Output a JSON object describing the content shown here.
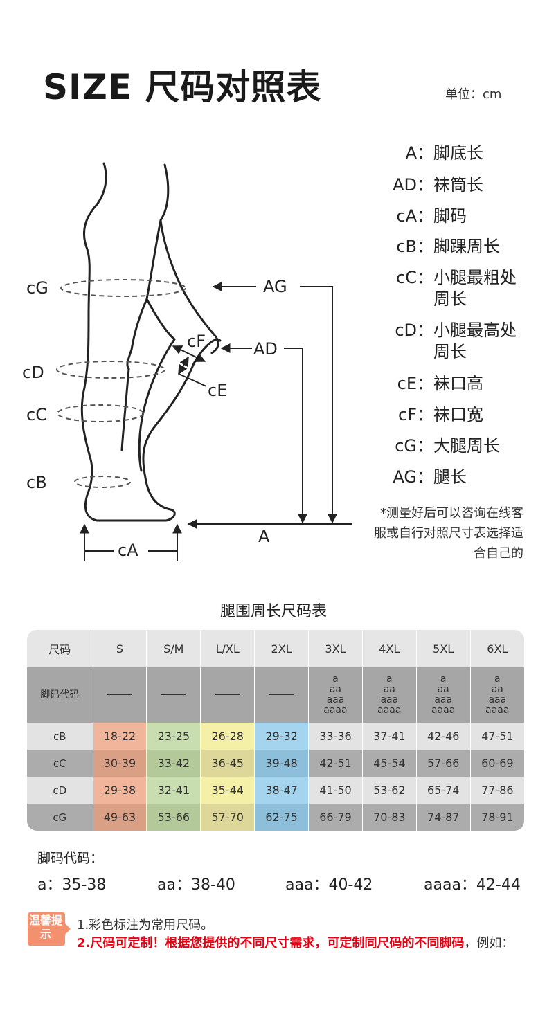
{
  "header": {
    "title": "SIZE 尺码对照表",
    "unit": "单位：cm"
  },
  "diagram": {
    "labels": {
      "cG": "cG",
      "cD": "cD",
      "cC": "cC",
      "cB": "cB",
      "cA": "cA",
      "AG": "AG",
      "AD": "AD",
      "cF": "cF",
      "cE": "cE",
      "A": "A"
    }
  },
  "legend": [
    {
      "code": "A：",
      "desc": "脚底长"
    },
    {
      "code": "AD：",
      "desc": "袜筒长"
    },
    {
      "code": "cA：",
      "desc": "脚码"
    },
    {
      "code": "cB：",
      "desc": "脚踝周长"
    },
    {
      "code": "cC：",
      "desc": "小腿最粗处周长"
    },
    {
      "code": "cD：",
      "desc": "小腿最高处周长"
    },
    {
      "code": "cE：",
      "desc": "袜口高"
    },
    {
      "code": "cF：",
      "desc": "袜口宽"
    },
    {
      "code": "cG：",
      "desc": "大腿周长"
    },
    {
      "code": "AG：",
      "desc": "腿长"
    }
  ],
  "note": "*测量好后可以咨询在线客服或自行对照尺寸表选择适合自己的",
  "table": {
    "title": "腿围周长尺码表",
    "headers": [
      "尺码",
      "S",
      "S/M",
      "L/XL",
      "2XL",
      "3XL",
      "4XL",
      "5XL",
      "6XL"
    ],
    "foot_code_row": {
      "label": "脚码代码",
      "codes": [
        "a",
        "aa",
        "aaa",
        "aaaa"
      ]
    },
    "rows": [
      {
        "label": "cB",
        "values": [
          "18-22",
          "23-25",
          "26-28",
          "29-32",
          "33-36",
          "37-41",
          "42-46",
          "47-51"
        ]
      },
      {
        "label": "cC",
        "values": [
          "30-39",
          "33-42",
          "36-45",
          "39-48",
          "42-51",
          "45-54",
          "57-66",
          "60-69"
        ]
      },
      {
        "label": "cD",
        "values": [
          "29-38",
          "32-41",
          "35-44",
          "38-47",
          "41-50",
          "53-62",
          "65-74",
          "77-86"
        ]
      },
      {
        "label": "cG",
        "values": [
          "49-63",
          "53-66",
          "57-70",
          "62-75",
          "66-79",
          "70-83",
          "74-87",
          "78-91"
        ]
      }
    ],
    "highlight_colors": [
      "#f0b59a",
      "#c8ddb0",
      "#f4f0a8",
      "#a4d4ee"
    ]
  },
  "foot_codes": {
    "heading": "脚码代码：",
    "items": [
      "a：35-38",
      "aa：38-40",
      "aaa：40-42",
      "aaaa：42-44"
    ]
  },
  "tips": {
    "badge": "温馨提示",
    "badge_color": "#f3906e",
    "line1": "1.彩色标注为常用尺码。",
    "line2_prefix": "2.",
    "line2_red1": "尺码可定制！根据您提供的不同尺寸需求，可定制同尺码的不同脚码",
    "line2_rest": "，例如："
  }
}
